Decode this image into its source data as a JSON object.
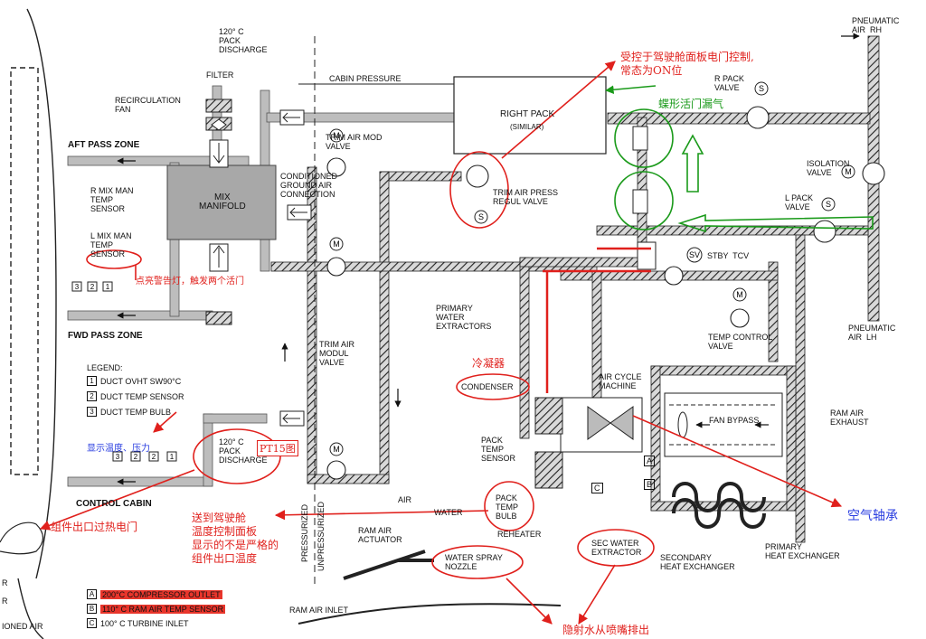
{
  "labels": {
    "pneumatic_rh": "PNEUMATIC\nAIR  RH",
    "pneumatic_lh": "PNEUMATIC\nAIR  LH",
    "pack_discharge_top": "120° C\nPACK\nDISCHARGE",
    "filter": "FILTER",
    "recirc_fan": "RECIRCULATION\nFAN",
    "cabin_pressure": "CABIN PRESSURE",
    "right_pack": "RIGHT PACK",
    "similar": "(SIMILAR)",
    "r_pack_valve": "R PACK\nVALVE",
    "trim_air_mod": "TRIM AIR MOD\nVALVE",
    "cond_ground": "CONDITIONED\nGROUND AIR\nCONNECTION",
    "trim_air_press": "TRIM AIR PRESS\nREGUL VALVE",
    "isolation_valve": "ISOLATION\nVALVE",
    "l_pack_valve": "L PACK\nVALVE",
    "r_mix_man": "R MIX MAN\nTEMP\nSENSOR",
    "l_mix_man": "L MIX MAN\nTEMP\nSENSOR",
    "mix_manifold": "MIX\nMANIFOLD",
    "stby_tcv": "STBY  TCV",
    "primary_water": "PRIMARY\nWATER\nEXTRACTORS",
    "temp_control": "TEMP CONTROL\nVALVE",
    "trim_air_modul": "TRIM AIR\nMODUL\nVALVE",
    "air_cycle": "AIR CYCLE\nMACHINE",
    "condenser": "CONDENSER",
    "fan_bypass": "FAN BYPASS",
    "ram_air_exhaust": "RAM AIR\nEXHAUST",
    "pack_discharge_bottom": "120° C\nPACK\nDISCHARGE",
    "pack_temp_sensor": "PACK\nTEMP\nSENSOR",
    "pack_temp_bulb": "PACK\nTEMP\nBULB",
    "reheater": "REHEATER",
    "air": "AIR",
    "water": "WATER",
    "pressurized": "PRESSURIZED",
    "unpressurized": "UNPRESSURIZED",
    "ram_air_actuator": "RAM AIR\nACTUATOR",
    "water_spray": "WATER SPRAY\nNOZZLE",
    "sec_water": "SEC WATER\nEXTRACTOR",
    "secondary_hx": "SECONDARY\nHEAT EXCHANGER",
    "primary_hx": "PRIMARY\nHEAT EXCHANGER",
    "ram_air_inlet": "RAM AIR INLET",
    "ioned_air": "IONED AIR",
    "r1": "R",
    "r2": "R",
    "ab_a": "A",
    "ab_b": "B",
    "ab_c": "C"
  },
  "zones": {
    "aft": "AFT PASS ZONE",
    "fwd": "FWD PASS ZONE",
    "control": "CONTROL CABIN"
  },
  "legend": {
    "title": "LEGEND:",
    "items": [
      {
        "num": "1",
        "text": "DUCT OVHT SW90°C"
      },
      {
        "num": "2",
        "text": "DUCT TEMP SENSOR"
      },
      {
        "num": "3",
        "text": "DUCT TEMP BULB"
      }
    ],
    "abc": [
      {
        "letter": "A",
        "text": "200°C COMPRESSOR OUTLET",
        "highlight": true
      },
      {
        "letter": "B",
        "text": "110° C RAM AIR TEMP SENSOR",
        "highlight": true
      },
      {
        "letter": "C",
        "text": "100° C TURBINE INLET",
        "highlight": false
      }
    ]
  },
  "annotations": {
    "cockpit_ctrl": "受控于驾驶舱面板电门控制,\n常态为ON位",
    "butterfly_leak": "蝶形活门漏气",
    "warning_light": "点亮警告灯，触发两个活门",
    "condenser_cn": "冷凝器",
    "show_temp": "显示温度、压力",
    "pt15": "PT15图",
    "overheat": "组件出口过热电门",
    "to_cockpit": "送到驾驶舱\n温度控制面板\n显示的不是严格的\n组件出口温度",
    "air_bearing": "空气轴承",
    "spray_water": "隐射水从喷嘴排出"
  },
  "colors": {
    "duct_fill": "#bdbdbd",
    "hatch": "#222222",
    "red_annotation": "#e0201c",
    "green_annotation": "#1a9a1a",
    "blue_annotation": "#2a3ee0",
    "highlight": "#e8352b"
  }
}
